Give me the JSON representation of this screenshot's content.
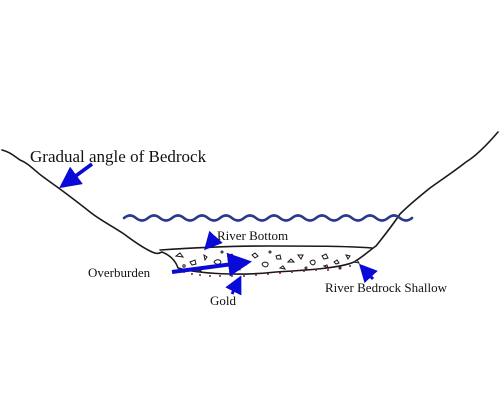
{
  "labels": {
    "bedrock_angle": "Gradual angle of Bedrock",
    "river_bottom": "River Bottom",
    "overburden": "Overburden",
    "gold": "Gold",
    "bedrock_shallow": "River Bedrock Shallow"
  },
  "colors": {
    "line": "#1a1a1a",
    "water": "#2b3a8c",
    "arrow": "#0a0ad8",
    "gold_dots": "#8b1a1a",
    "label": "#111111"
  },
  "icons": {
    "arrow": "arrow-icon",
    "gravel": "gravel-icon"
  }
}
